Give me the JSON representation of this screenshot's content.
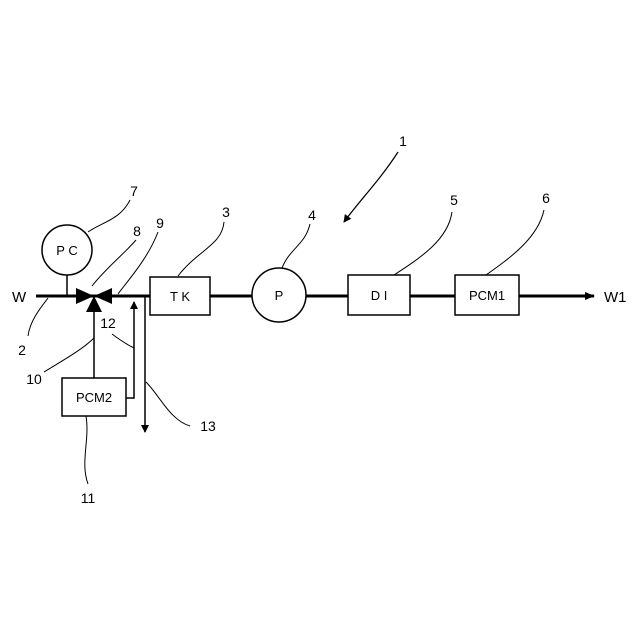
{
  "nodes": {
    "pc": "P C",
    "tk": "T K",
    "p": "P",
    "di": "D I",
    "pcm1": "PCM1",
    "pcm2": "PCM2"
  },
  "flow": {
    "inlet": "W",
    "outlet": "W1"
  },
  "refs": {
    "r1": "1",
    "r2": "2",
    "r3": "3",
    "r4": "4",
    "r5": "5",
    "r6": "6",
    "r7": "7",
    "r8": "8",
    "r9": "9",
    "r10": "10",
    "r11": "11",
    "r12": "12",
    "r13": "13"
  }
}
